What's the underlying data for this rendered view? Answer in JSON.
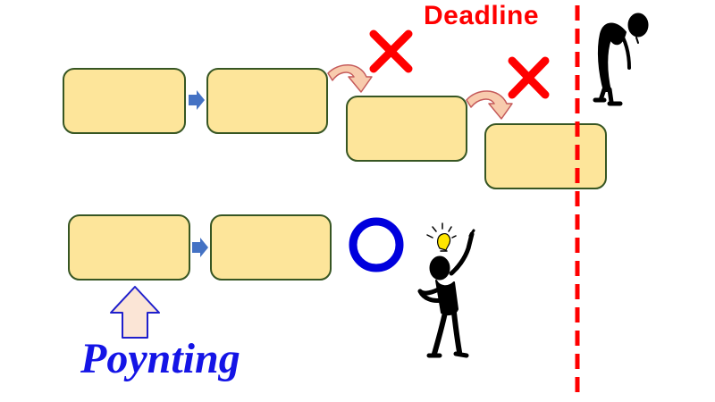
{
  "labels": {
    "deadline": "Deadline",
    "method": "Poynting"
  },
  "colors": {
    "box_fill": "#fde59a",
    "box_stroke": "#375623",
    "step_arrow": "#4472c4",
    "detour_arrow_fill": "#f8cbad",
    "detour_arrow_stroke": "#c55a5a",
    "fail_mark": "#ff0000",
    "success_mark": "#0000dd",
    "deadline_line": "#ff0000",
    "up_arrow_fill": "#fbe5d6",
    "up_arrow_stroke": "#1f1fcc",
    "figure": "#000000",
    "idea_bulb": "#ffe600"
  },
  "rows": {
    "top": {
      "boxes": 4,
      "result_icon": "cross-mark"
    },
    "bottom": {
      "boxes": 2,
      "result_icon": "circle-mark"
    }
  },
  "icons": {
    "tired_person": "tired-person-icon",
    "idea_person": "idea-person-icon",
    "light_bulb": "light-bulb-icon"
  }
}
